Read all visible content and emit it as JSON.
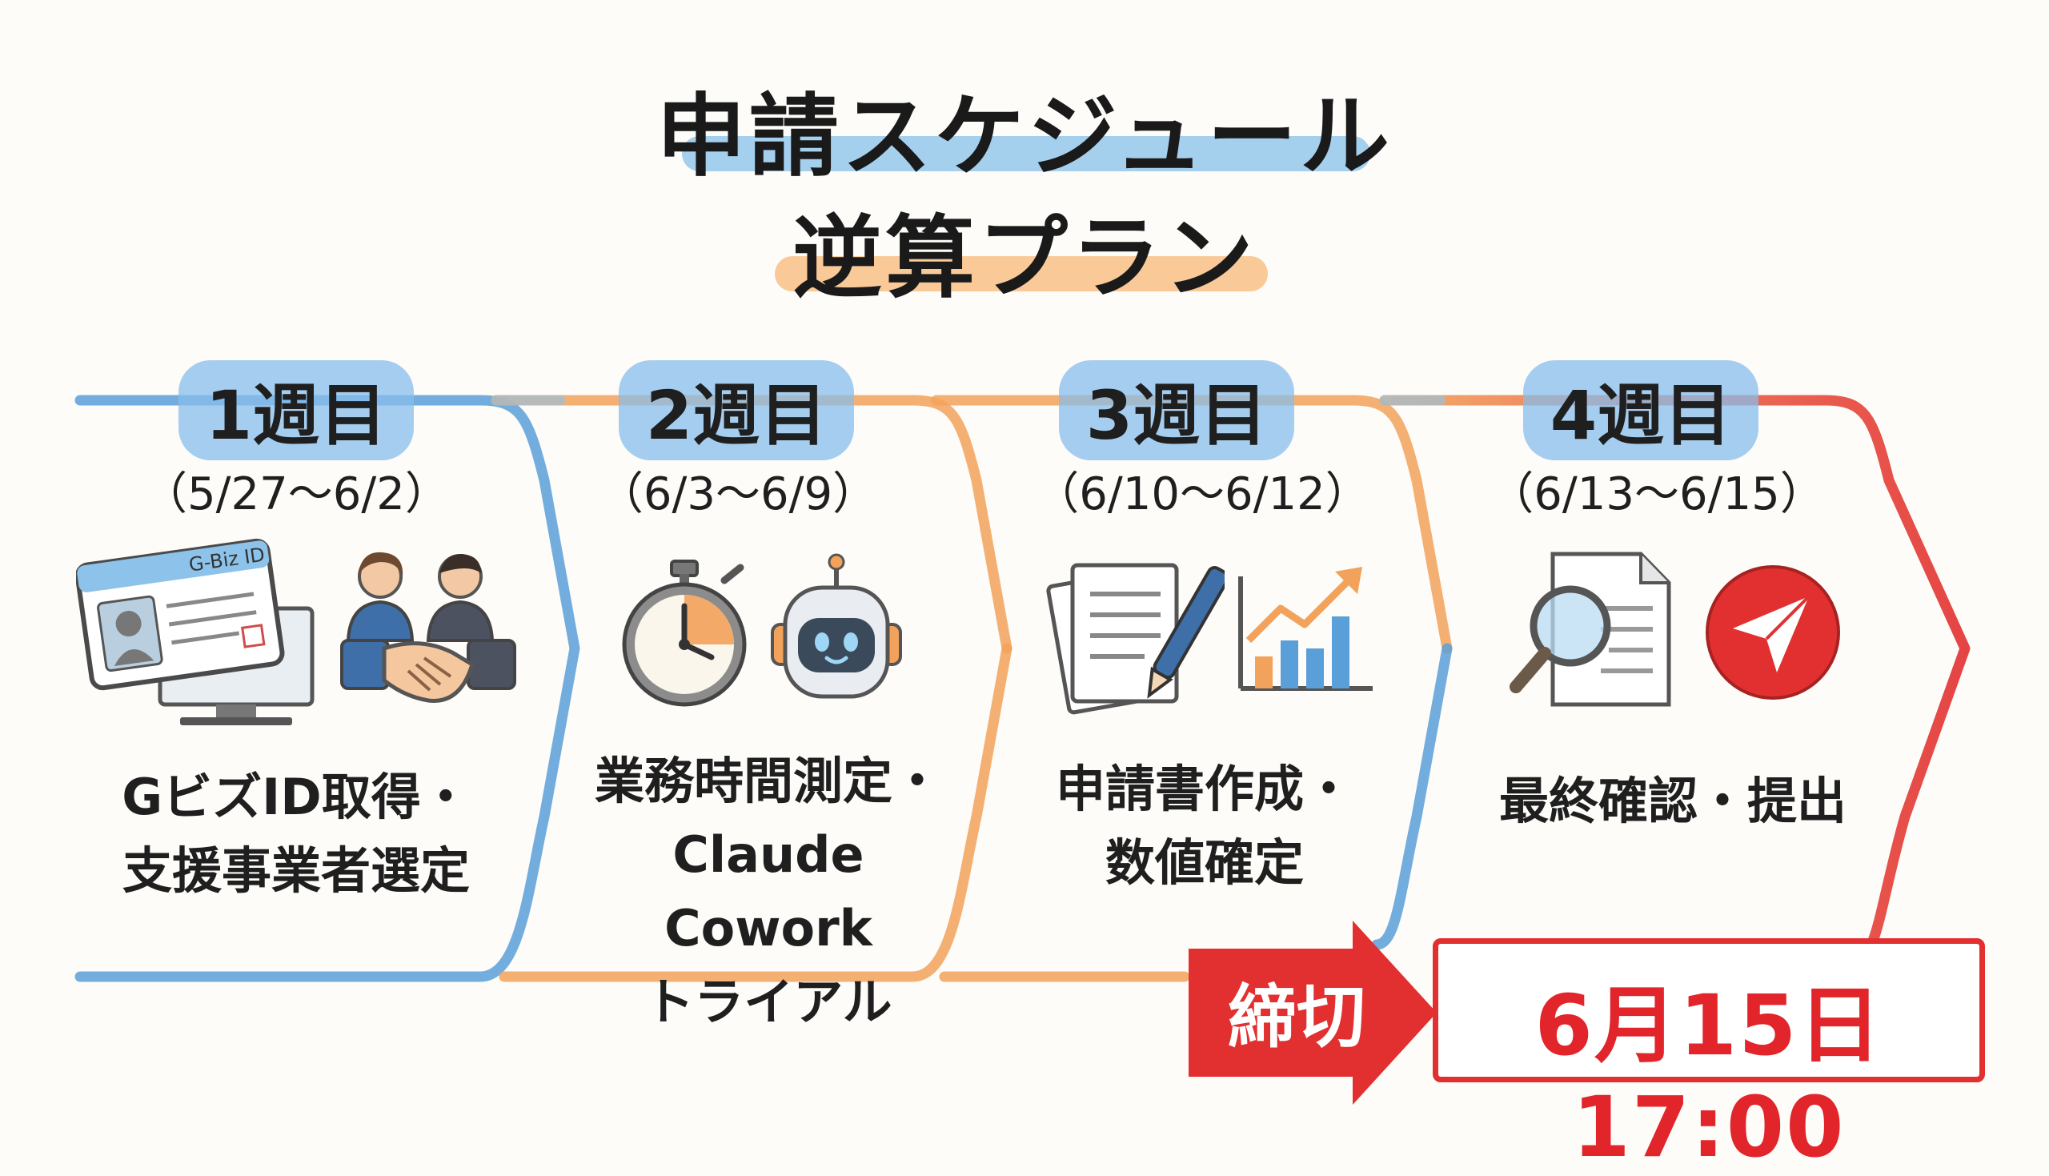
{
  "title": {
    "line1": "申請スケジュール",
    "line2": "逆算プラン"
  },
  "weeks": [
    {
      "label": "1週目",
      "range": "（5/27〜6/2）",
      "task_lines": [
        "GビズID取得・",
        "支援事業者選定"
      ],
      "icons": [
        "gbiz-id-card-icon",
        "handshake-icon"
      ],
      "icon_text": "G-Biz ID"
    },
    {
      "label": "2週目",
      "range": "（6/3〜6/9）",
      "task_lines": [
        "業務時間測定・",
        "Claude Cowork",
        "トライアル"
      ],
      "icons": [
        "stopwatch-icon",
        "robot-icon"
      ]
    },
    {
      "label": "3週目",
      "range": "（6/10〜6/12）",
      "task_lines": [
        "申請書作成・",
        "数値確定"
      ],
      "icons": [
        "documents-pen-icon",
        "growth-chart-icon"
      ]
    },
    {
      "label": "4週目",
      "range": "（6/13〜6/15）",
      "task_lines": [
        "最終確認・提出"
      ],
      "icons": [
        "magnifier-document-icon",
        "send-icon"
      ]
    }
  ],
  "deadline": {
    "label": "締切",
    "value": "6月15日17:00"
  },
  "colors": {
    "blue": "#5a9fd8",
    "orange": "#f2a25a",
    "red": "#e23030",
    "title_highlight_blue": "#8dc3ea",
    "title_highlight_orange": "#f7bc80"
  }
}
